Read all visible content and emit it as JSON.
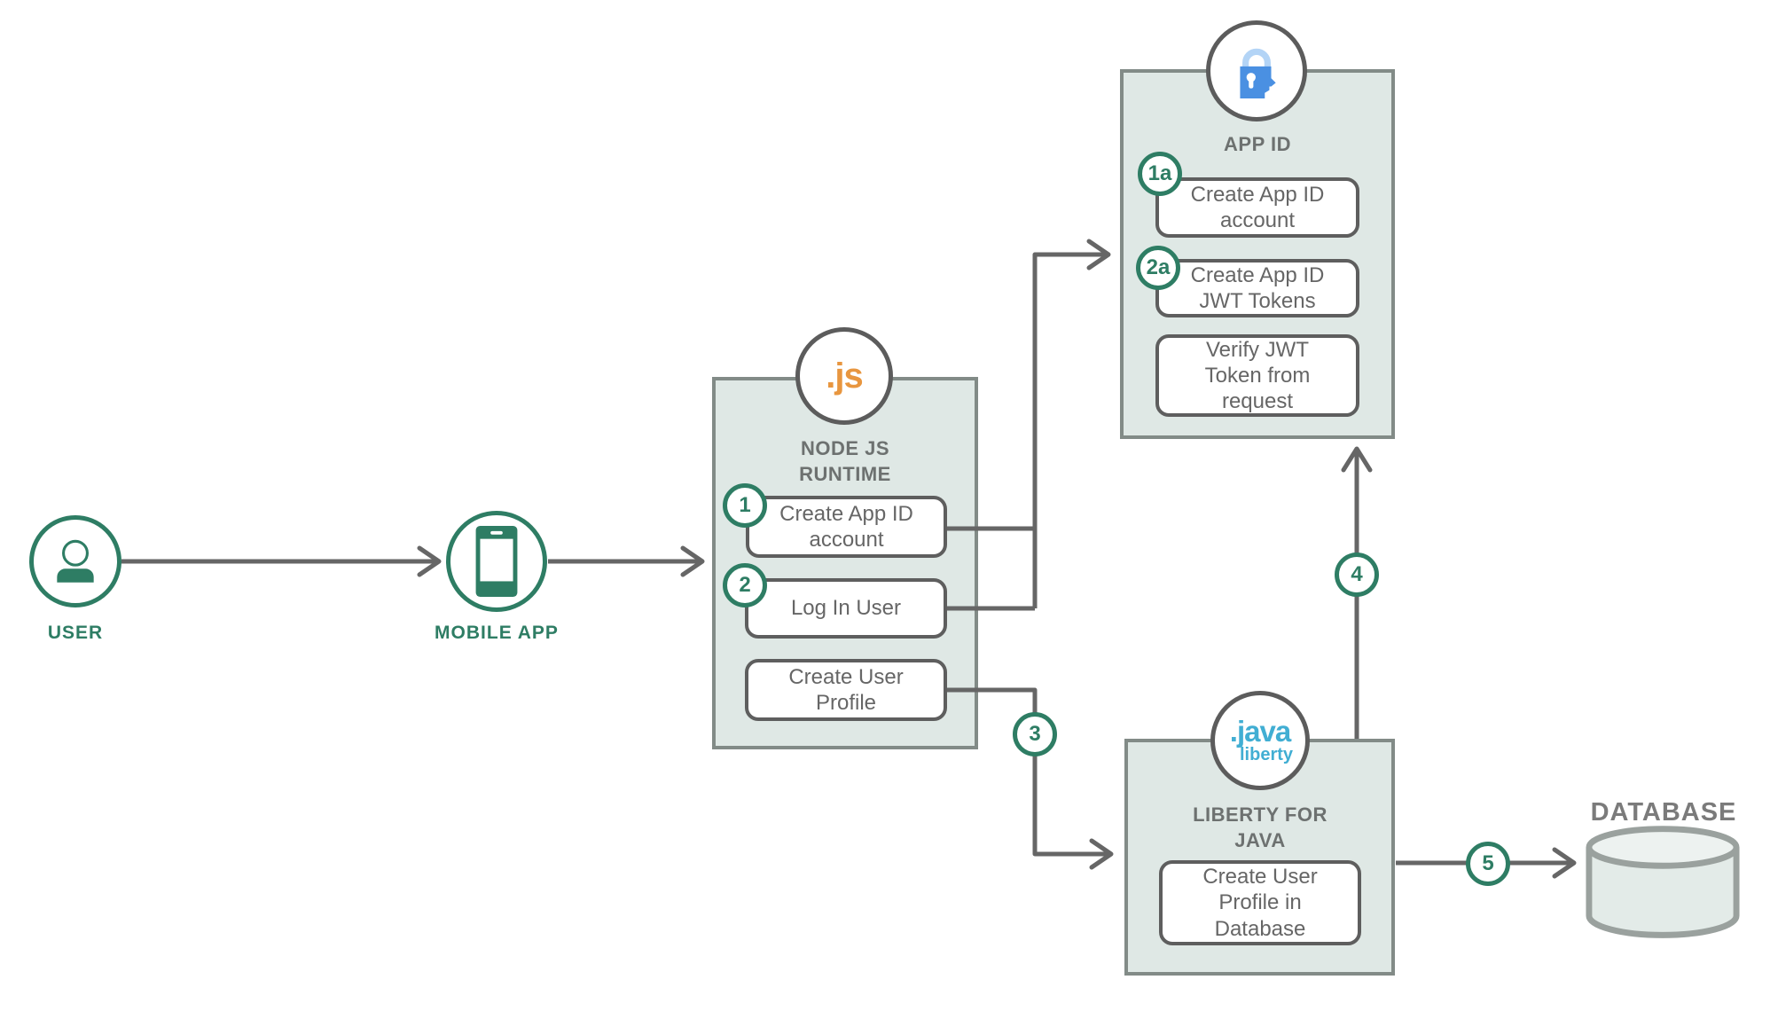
{
  "diagram_type": "architecture-flow",
  "colors": {
    "accent_green": "#2e7d64",
    "line_gray": "#666666",
    "panel_fill": "#dfe8e5",
    "panel_border": "#828b87",
    "button_border": "#5e5e5e",
    "button_text": "#666666",
    "panel_label_gray": "#6d7170",
    "nodejs_orange": "#e8963f",
    "appid_blue": "#4a90e2",
    "appid_shackle_blue": "#b3d4f6",
    "liberty_blue": "#41aed3",
    "database_gray": "#9aa19e"
  },
  "nodes": {
    "user": {
      "label": "USER"
    },
    "mobile": {
      "label": "MOBILE APP"
    },
    "nodejs": {
      "logo": ".js",
      "label": [
        "NODE JS",
        "RUNTIME"
      ],
      "steps": [
        {
          "badge": "1",
          "label": "Create App ID account"
        },
        {
          "badge": "2",
          "label": "Log In User"
        },
        {
          "label": "Create User Profile"
        }
      ]
    },
    "appid": {
      "label": "APP ID",
      "steps": [
        {
          "badge": "1a",
          "label": "Create App ID account"
        },
        {
          "badge": "2a",
          "label": "Create App ID JWT Tokens"
        },
        {
          "label": "Verify JWT Token from request"
        }
      ]
    },
    "liberty": {
      "logo": [
        ".java",
        "liberty"
      ],
      "label": [
        "LIBERTY FOR",
        "JAVA"
      ],
      "steps": [
        {
          "label": "Create User Profile in Database"
        }
      ]
    },
    "database": {
      "label": "DATABASE"
    }
  },
  "edges": [
    {
      "from": "user",
      "to": "mobile-app",
      "badge": ""
    },
    {
      "from": "mobile-app",
      "to": "node-js-runtime",
      "badge": ""
    },
    {
      "from": "node-js-runtime/create-app-id-account,log-in-user",
      "to": "app-id",
      "badge": ""
    },
    {
      "from": "node-js-runtime/create-user-profile",
      "to": "liberty-for-java",
      "badge": "3"
    },
    {
      "from": "liberty-for-java",
      "to": "app-id",
      "badge": "4"
    },
    {
      "from": "liberty-for-java",
      "to": "database",
      "badge": "5"
    }
  ]
}
